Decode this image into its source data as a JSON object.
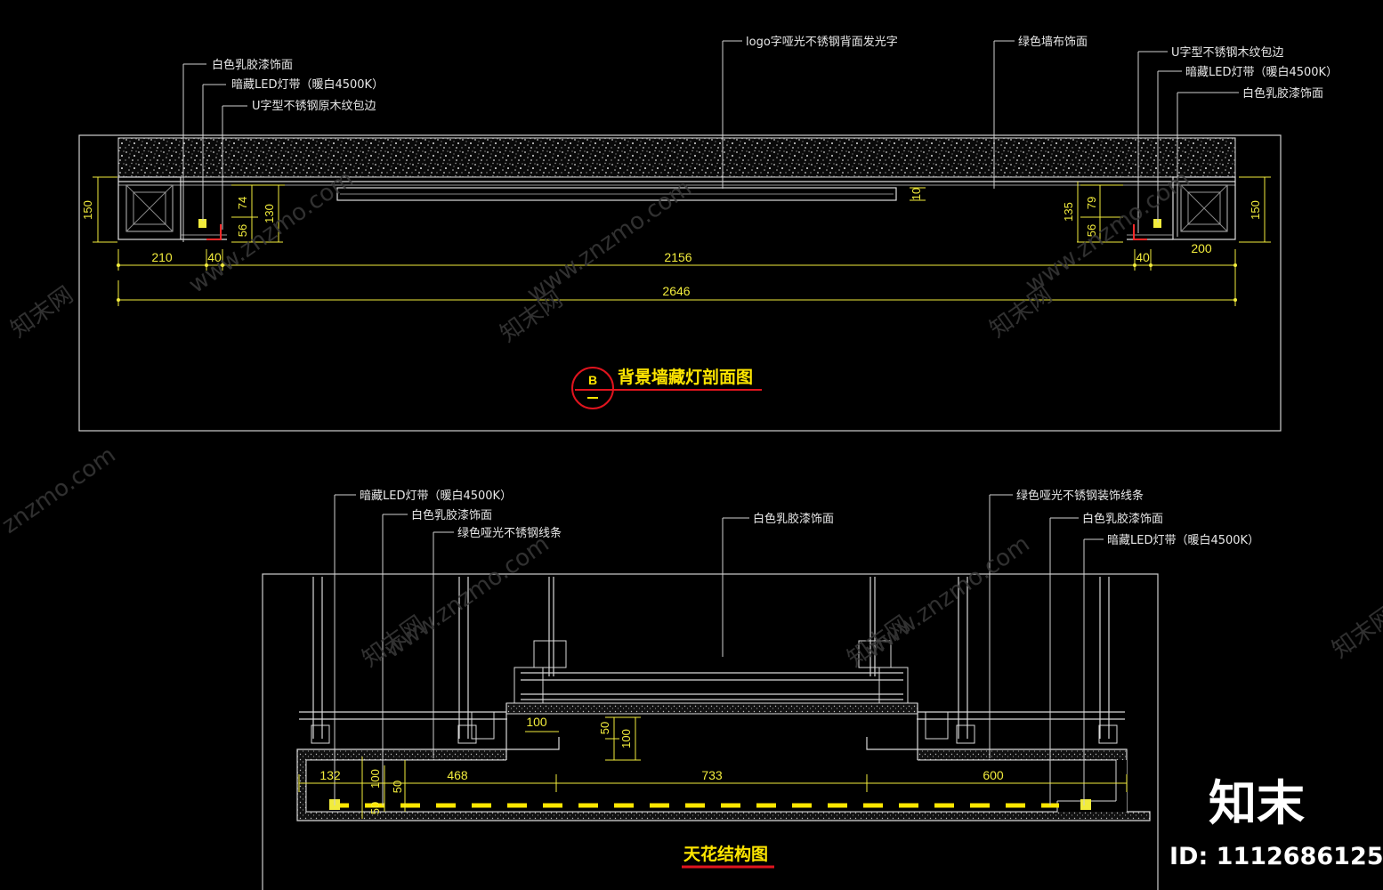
{
  "top_section": {
    "title": "背景墙藏灯剖面图",
    "marker": "B",
    "callouts": {
      "latex_paint_left": "白色乳胶漆饰面",
      "led_strip_left": "暗藏LED灯带（暖白4500K）",
      "u_steel_left": "U字型不锈钢原木纹包边",
      "logo": "logo字哑光不锈钢背面发光字",
      "green_fabric": "绿色墙布饰面",
      "u_steel_right": "U字型不锈钢木纹包边",
      "led_strip_right": "暗藏LED灯带（暖白4500K）",
      "latex_paint_right": "白色乳胶漆饰面"
    },
    "dims": {
      "left_h": "150",
      "left_74": "74",
      "left_56": "56",
      "left_130": "130",
      "d210": "210",
      "d40_left": "40",
      "d2156": "2156",
      "d2646": "2646",
      "right_135": "135",
      "right_79": "79",
      "right_56": "56",
      "right_h": "150",
      "d40_right": "40",
      "d200": "200",
      "d10": "10"
    }
  },
  "bottom_section": {
    "title": "天花结构图",
    "callouts": {
      "led_strip_left": "暗藏LED灯带（暖白4500K）",
      "latex_paint_left": "白色乳胶漆饰面",
      "green_steel_left": "绿色哑光不锈钢线条",
      "latex_paint_center": "白色乳胶漆饰面",
      "green_steel_right": "绿色哑光不锈钢装饰线条",
      "latex_paint_right": "白色乳胶漆饰面",
      "led_strip_right": "暗藏LED灯带（暖白4500K）"
    },
    "dims": {
      "d100_top": "100",
      "d50": "50",
      "d100_side": "100",
      "d132": "132",
      "d100_left": "100",
      "d50_left": "50",
      "d50_low": "50",
      "d468": "468",
      "d733": "733",
      "d600": "600"
    }
  },
  "watermark": {
    "site": "www.znzmo.com",
    "cn": "知末网",
    "short": "znzmo.com"
  },
  "brand": {
    "logo": "知末",
    "id_text": "ID: 1112686125"
  },
  "colors": {
    "background": "#000000",
    "dimension": "#f2ec3c",
    "title": "#ffe600",
    "marker": "#e0141e",
    "line": "#d9d9d9"
  }
}
